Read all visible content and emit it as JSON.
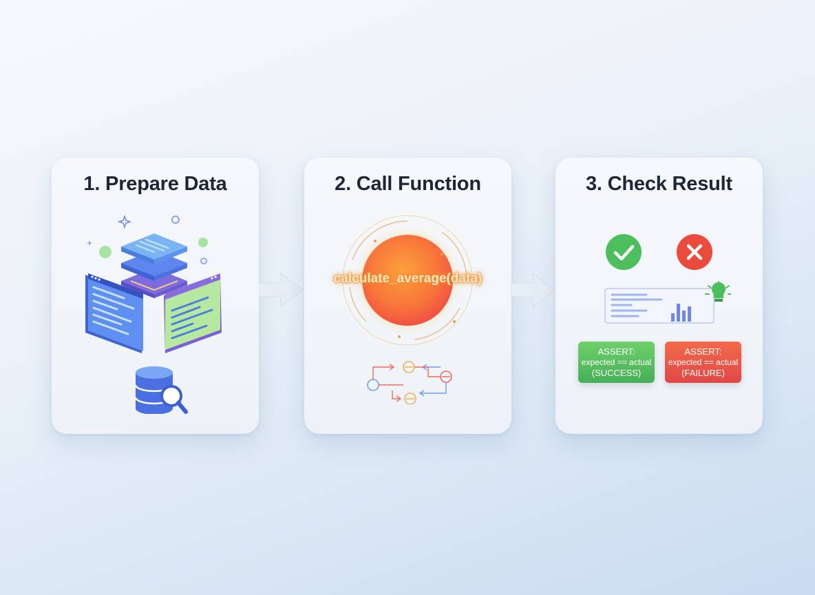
{
  "steps": [
    {
      "title": "1. Prepare Data",
      "icon": "data-stack-icon"
    },
    {
      "title": "2. Call Function",
      "icon": "function-orb-icon",
      "function_call": "calculate_average(data)"
    },
    {
      "title": "3. Check Result",
      "icon": "result-check-icon",
      "asserts": [
        {
          "status": "success",
          "line1": "ASSERT:",
          "line2": "expected == actual",
          "line3": "(SUCCESS)",
          "color": "#4cb85c"
        },
        {
          "status": "failure",
          "line1": "ASSERT:",
          "line2": "expected == actual",
          "line3": "(FAILURE)",
          "color": "#e5533f"
        }
      ]
    }
  ],
  "colors": {
    "text": "#1d2536",
    "success": "#45b058",
    "failure": "#e04848",
    "orb": "#f5743a",
    "arrow": "#e6edf5"
  }
}
